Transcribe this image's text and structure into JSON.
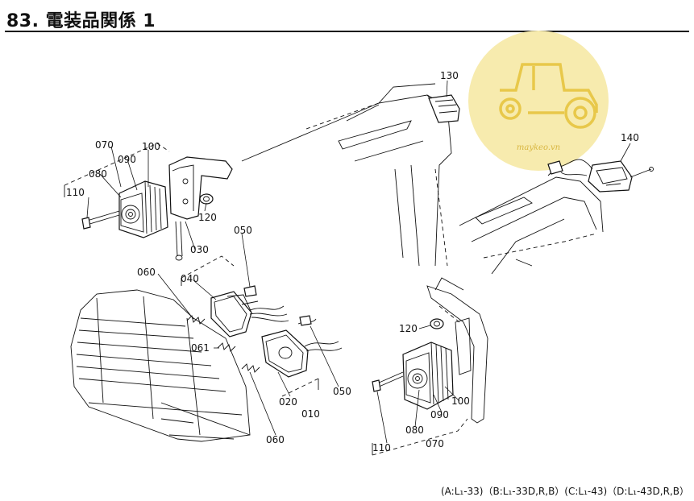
{
  "header": {
    "title": "83. 電装品関係 1"
  },
  "watermark": {
    "text": "maykeo.vn",
    "circle_color": "#f7ebae",
    "icon_color": "#e8c84a"
  },
  "parts": {
    "p010": "010",
    "p020": "020",
    "p030": "030",
    "p040": "040",
    "p050": "050",
    "p060": "060",
    "p061": "061",
    "p070": "070",
    "p080": "080",
    "p090": "090",
    "p100": "100",
    "p110": "110",
    "p120": "120",
    "p130": "130",
    "p140": "140"
  },
  "footnote": "(A:L₁-33)（B:L₁-33D,R,B）(C:L₁-43)（D:L₁-43D,R,B）"
}
